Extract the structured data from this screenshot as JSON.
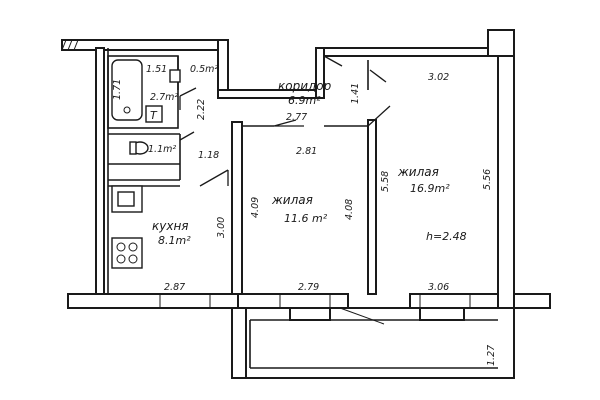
{
  "rooms": {
    "corridor": {
      "name": "коридор",
      "area": "6.9m²"
    },
    "kitchen": {
      "name": "кухня",
      "area": "8.1m²"
    },
    "living_middle": {
      "name": "жилая",
      "area": "11.6 m²"
    },
    "living_right": {
      "name": "жилая",
      "area": "16.9m²"
    },
    "bath_area": "2.7m²",
    "small_area": "0.5m²",
    "wc_area": "1.1m²",
    "ceiling_height": "h=2.48"
  },
  "dimensions": {
    "bath_width": "1.51",
    "bath_length": "1.71",
    "bath_side": "2.22",
    "corridor_width": "2.77",
    "corridor_side": "1.41",
    "wc_side": "1.18",
    "middle_room_width": "2.81",
    "middle_room_bottom": "2.79",
    "middle_room_depth": "4.09",
    "middle_room_depth_right": "4.08",
    "kitchen_depth": "3.00",
    "kitchen_width": "2.87",
    "right_room_top": "3.02",
    "right_room_left": "5.58",
    "right_room_right": "5.56",
    "right_room_bottom": "3.06",
    "balcony_depth": "1.27"
  }
}
